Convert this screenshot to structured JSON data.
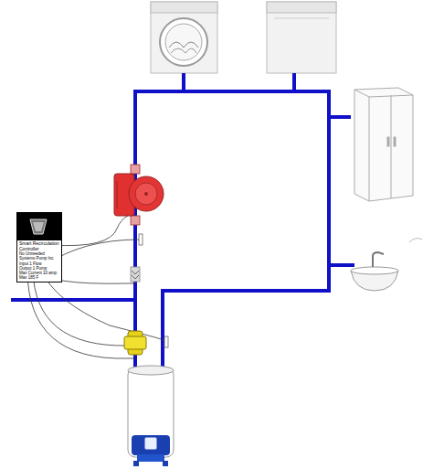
{
  "diagram": {
    "nodes": [
      {
        "text": [
          "Smart Recirculation Controller",
          "No Unneeded Systems Pump Inc",
          "Input 1 Flow",
          "Output 1 Pump",
          "Max Current 10 amp",
          "Max 185 F"
        ]
      }
    ]
  }
}
